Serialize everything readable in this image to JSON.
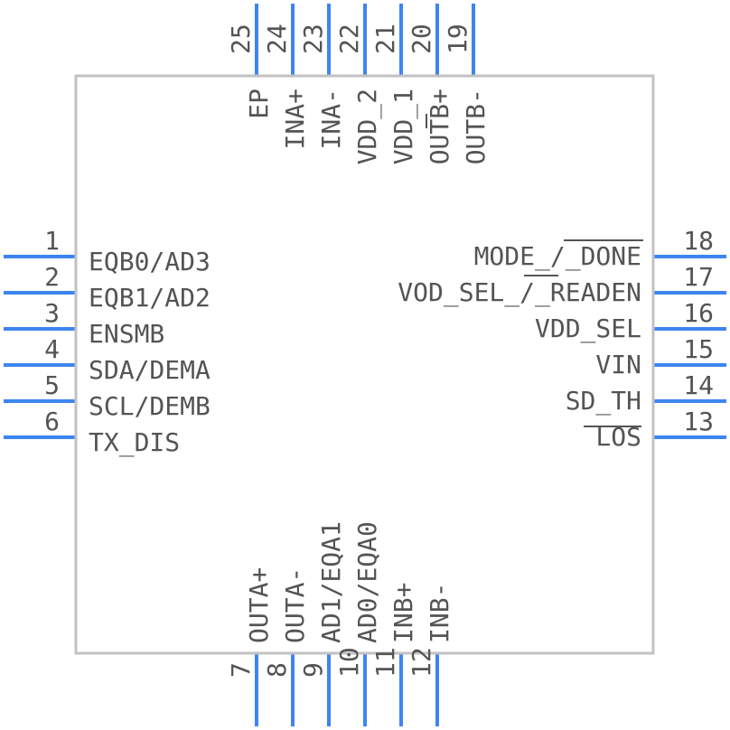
{
  "component": {
    "left_pins": [
      {
        "num": "1",
        "label": "EQB0/AD3"
      },
      {
        "num": "2",
        "label": "EQB1/AD2"
      },
      {
        "num": "3",
        "label": "ENSMB"
      },
      {
        "num": "4",
        "label": "SDA/DEMA"
      },
      {
        "num": "5",
        "label": "SCL/DEMB"
      },
      {
        "num": "6",
        "label": "TX_DIS"
      }
    ],
    "bottom_pins": [
      {
        "num": "7",
        "label": "OUTA+"
      },
      {
        "num": "8",
        "label": "OUTA-"
      },
      {
        "num": "9",
        "label": "AD1/EQA1"
      },
      {
        "num": "10",
        "label": "AD0/EQA0"
      },
      {
        "num": "11",
        "label": "INB+"
      },
      {
        "num": "12",
        "label": "INB-"
      }
    ],
    "right_pins": [
      {
        "num": "13",
        "label": "LOS"
      },
      {
        "num": "14",
        "label": "SD_TH"
      },
      {
        "num": "15",
        "label": "VIN"
      },
      {
        "num": "16",
        "label": "VDD_SEL"
      },
      {
        "num": "17",
        "label": "VOD_SEL_/_READEN"
      },
      {
        "num": "18",
        "label": "MODE_/_DONE"
      }
    ],
    "top_pins": [
      {
        "num": "19",
        "label": "OUTB-"
      },
      {
        "num": "20",
        "label": "OUTB+"
      },
      {
        "num": "21",
        "label": "VDD_1"
      },
      {
        "num": "22",
        "label": "VDD_2"
      },
      {
        "num": "23",
        "label": "INA-"
      },
      {
        "num": "24",
        "label": "INA+"
      },
      {
        "num": "25",
        "label": "EP"
      }
    ]
  }
}
